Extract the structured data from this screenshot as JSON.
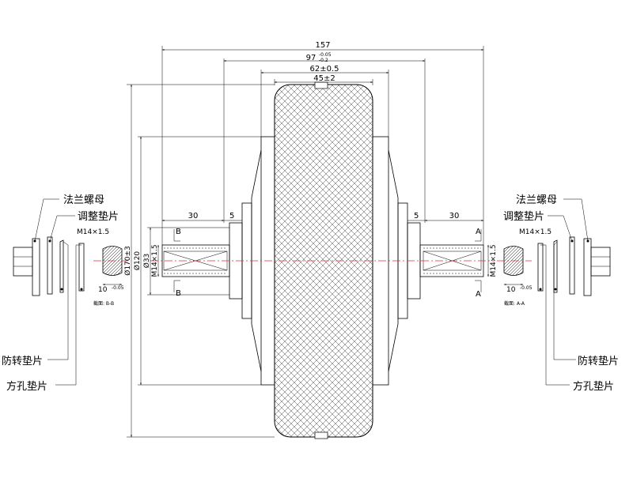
{
  "dimensions": {
    "overall": "157",
    "hub": "97",
    "hub_tol_upper": "-0.05",
    "hub_tol_lower": "-0.2",
    "rim": "62±0.5",
    "tire": "45±2",
    "shaft_left": "30",
    "shoulder_left": "5",
    "shaft_right": "30",
    "shoulder_right": "5",
    "thread": "M14×1.5",
    "thread_left_vert": "M14×1.5",
    "thread_right_vert": "M14×1.5",
    "dia_outer": "Ø170±3",
    "dia_hub": "Ø120",
    "dia_shaft": "Ø33",
    "flat_width": "10",
    "flat_tol": "-0.05"
  },
  "section_marks": {
    "left": "B",
    "right": "A",
    "left_caption": "截面: B-B",
    "right_caption": "截面: A-A"
  },
  "callouts": {
    "flange_nut": "法兰螺母",
    "adjust_washer": "调整垫片",
    "anti_rotation_washer": "防转垫片",
    "square_hole_washer": "方孔垫片"
  }
}
